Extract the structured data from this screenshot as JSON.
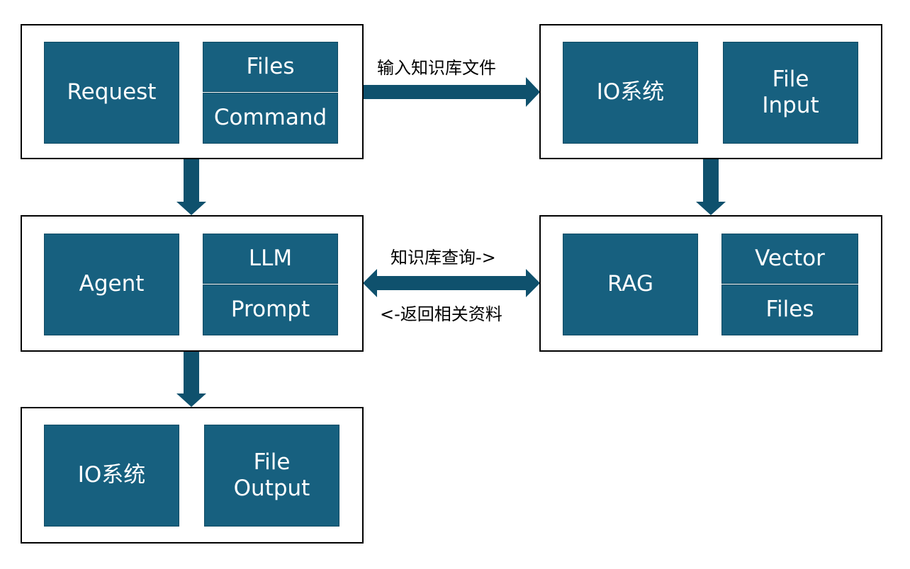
{
  "colors": {
    "block_fill": "#17607f",
    "block_text": "#ffffff",
    "arrow": "#0f516d",
    "group_border": "#000000"
  },
  "request_group": {
    "main": "Request",
    "top": "Files",
    "bottom": "Command"
  },
  "io_input_group": {
    "main": "IO系统",
    "side": "File\nInput"
  },
  "agent_group": {
    "main": "Agent",
    "top": "LLM",
    "bottom": "Prompt"
  },
  "rag_group": {
    "main": "RAG",
    "top": "Vector",
    "bottom": "Files"
  },
  "io_output_group": {
    "main": "IO系统",
    "side": "File\nOutput"
  },
  "edges": {
    "input_files": "输入知识库文件",
    "query": "知识库查询->",
    "return": "<-返回相关资料"
  }
}
